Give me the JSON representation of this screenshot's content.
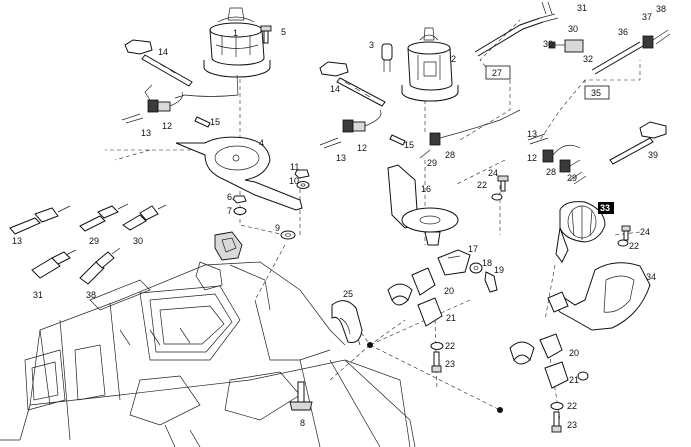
{
  "labels": {
    "n1": "1",
    "n2": "2",
    "n3": "3",
    "n4": "4",
    "n5": "5",
    "n6": "6",
    "n7": "7",
    "n8": "8",
    "n9": "9",
    "n10": "10",
    "n11": "11",
    "n12a": "12",
    "n12b": "12",
    "n12c": "12",
    "n13a": "13",
    "n13b": "13",
    "n13c": "13",
    "n13d": "13",
    "n14a": "14",
    "n14b": "14",
    "n15a": "15",
    "n15b": "15",
    "n16": "16",
    "n17": "17",
    "n18": "18",
    "n19": "19",
    "n20a": "20",
    "n20b": "20",
    "n21a": "21",
    "n21b": "21",
    "n22a": "22",
    "n22b": "22",
    "n22c": "22",
    "n22d": "22",
    "n23a": "23",
    "n23b": "23",
    "n24a": "24",
    "n24b": "24",
    "n25": "25",
    "n27": "27",
    "n28a": "28",
    "n28b": "28",
    "n29a": "29",
    "n29b": "29",
    "n29c": "29",
    "n30a": "30",
    "n30b": "30",
    "n30c": "30",
    "n31a": "31",
    "n31b": "31",
    "n32": "32",
    "n33": "33",
    "n34": "34",
    "n35": "35",
    "n36": "36",
    "n37": "37",
    "n38a": "38",
    "n38b": "38",
    "n39": "39"
  },
  "badge_color": "#000000"
}
